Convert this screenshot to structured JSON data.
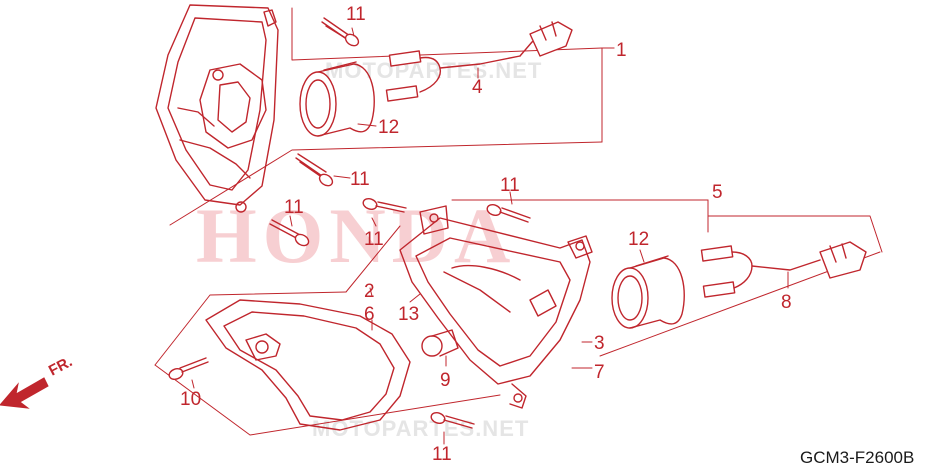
{
  "watermark": {
    "brand": "HONDA",
    "site_top": "MOTOPARTES.NET",
    "site_bottom": "MOTOPARTES.NET"
  },
  "callouts": {
    "c1": "1",
    "c2": "2",
    "c3": "3",
    "c4": "4",
    "c5": "5",
    "c6": "6",
    "c7": "7",
    "c8": "8",
    "c9": "9",
    "c10": "10",
    "c11a": "11",
    "c11b": "11",
    "c11c": "11",
    "c11d": "11",
    "c11e": "11",
    "c11f": "11",
    "c12a": "12",
    "c12b": "12",
    "c13": "13"
  },
  "direction_label": "FR.",
  "diagram_code": "GCM3-F2600B",
  "colors": {
    "line": "#c0262d",
    "watermark": "#f2a9ae",
    "code_text": "#1a1a1a"
  }
}
